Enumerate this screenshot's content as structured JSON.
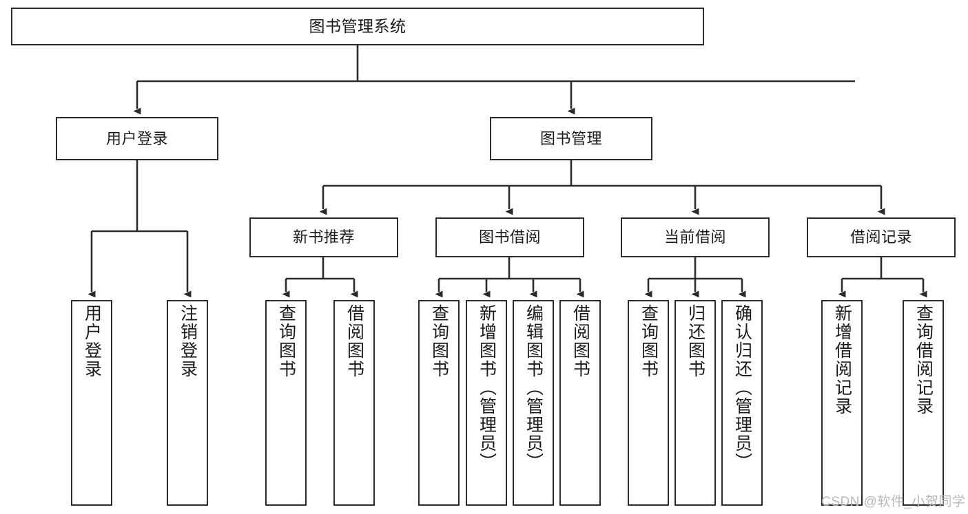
{
  "diagram": {
    "title": "图书管理系统",
    "type": "tree-hierarchy",
    "colors": {
      "box_border": "#2b2b2b",
      "box_fill": "#ffffff",
      "edge": "#2b2b2b",
      "text": "#1a1a1a",
      "watermark": "#b9b9b9",
      "background": "#ffffff"
    }
  },
  "nodes": {
    "root": {
      "label": "图书管理系统"
    },
    "level1": [
      {
        "label": "用户登录"
      },
      {
        "label": "图书管理"
      }
    ],
    "level2": [
      {
        "label": "新书推荐"
      },
      {
        "label": "图书借阅"
      },
      {
        "label": "当前借阅"
      },
      {
        "label": "借阅记录"
      }
    ],
    "leaves": {
      "user_login": [
        {
          "label": "用户登录"
        },
        {
          "label": "注销登录"
        }
      ],
      "new_book": [
        {
          "label": "查询图书"
        },
        {
          "label": "借阅图书"
        }
      ],
      "book_borrow": [
        {
          "label": "查询图书"
        },
        {
          "label": "新增图书（管理员）"
        },
        {
          "label": "编辑图书（管理员）"
        },
        {
          "label": "借阅图书"
        }
      ],
      "current_borrow": [
        {
          "label": "查询图书"
        },
        {
          "label": "归还图书"
        },
        {
          "label": "确认归还（管理员）"
        }
      ],
      "borrow_record": [
        {
          "label": "新增借阅记录"
        },
        {
          "label": "查询借阅记录"
        }
      ]
    }
  },
  "watermark": {
    "text": "CSDN @软件_小贺同学"
  }
}
